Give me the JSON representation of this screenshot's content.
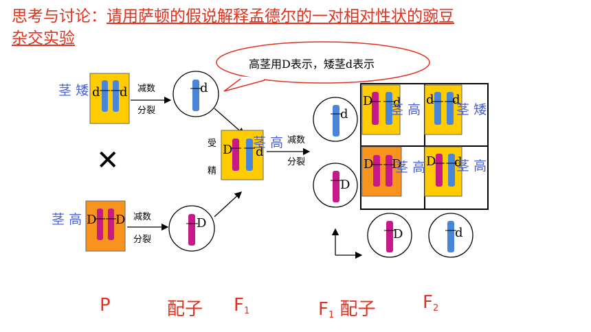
{
  "title": {
    "prefix": "思考与讨论：",
    "line1": "请用萨顿的假说解释孟德尔的一对相对性状的豌豆",
    "line2": "杂交实验"
  },
  "callout": "高茎用D表示，矮茎d表示",
  "parent_short": {
    "trait_a": "茎",
    "trait_b": "矮",
    "allele1": "d",
    "allele2": "d"
  },
  "parent_tall": {
    "trait_a": "茎",
    "trait_b": "高",
    "allele1": "D",
    "allele2": "D"
  },
  "meiosis_label": {
    "line1": "减数",
    "line2": "分裂"
  },
  "cross_symbol": "✕",
  "fertilization_label": {
    "char1": "受",
    "char2": "精"
  },
  "gamete_d": "d",
  "gamete_D": "D",
  "f1": {
    "allele1": "D",
    "allele2": "d",
    "trait_a": "茎",
    "trait_b": "高"
  },
  "f1_gametes": [
    "d",
    "D"
  ],
  "punnett": [
    {
      "a1": "D",
      "a2": "d",
      "trait_a": "茎",
      "trait_b": "高"
    },
    {
      "a1": "d",
      "a2": "d",
      "trait_a": "茎",
      "trait_b": "矮"
    },
    {
      "a1": "D",
      "a2": "D",
      "trait_a": "茎",
      "trait_b": "高"
    },
    {
      "a1": "D",
      "a2": "d",
      "trait_a": "茎",
      "trait_b": "高"
    }
  ],
  "bottom_gametes": [
    "D",
    "d"
  ],
  "bottom_labels": {
    "p": "P",
    "gametes": "配子",
    "f1": "F",
    "f1_sub": "1",
    "f1_gametes_main": "F",
    "f1_gametes_sub": "1",
    "f1_gametes_word": "配子",
    "f2": "F",
    "f2_sub": "2"
  },
  "colors": {
    "title": "#e0301e",
    "trait_text": "#4a5fd0",
    "yellow_box": "#ffcc00",
    "orange_box": "#f7941d",
    "chrom_blue": "#4a86d8",
    "chrom_magenta": "#c8198a"
  }
}
